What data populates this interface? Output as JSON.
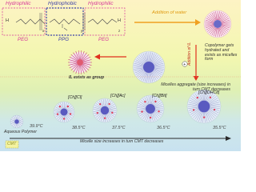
{
  "copolymer": {
    "hydrophilic_left": "Hydrophilic",
    "hydrophobic": "Hydrophobic",
    "hydrophilic_right": "Hydrophilic",
    "peg_left": "PEG",
    "ppg": "PPG",
    "peg_right": "PEG",
    "h_left": "H",
    "h_right": "H",
    "sub_x": "x",
    "sub_y": "y",
    "sub_z": "z"
  },
  "water_label": "Addition of water",
  "il_vertical_label": "Addition of IL",
  "copolymer_note": "Copolymer gets hydrated and exists as micelles form",
  "il_group_note": "IL exists as group",
  "aggregate_note": "Micelles aggregate (size increases) in turn CMT decreases",
  "aqueous_label": "Aqueous Polymer",
  "cmt_label": "CMT",
  "size_note": "Micelle size increases in turn CMT decreases",
  "salts": [
    {
      "name": "[Ch][Cl]",
      "temp": "38.5°C"
    },
    {
      "name": "[Ch][Ac]",
      "temp": "37.5°C"
    },
    {
      "name": "[Ch][Bit]",
      "temp": "36.5°C"
    },
    {
      "name": "[Ch][DHCit]",
      "temp": "35.5°C"
    }
  ],
  "aqueous_temp": "39.9°C",
  "colors": {
    "hydrophilic": "#d6379a",
    "hydrophobic": "#3a3fa8",
    "water_arrow": "#f0a020",
    "arrow_red": "#e0301e"
  }
}
